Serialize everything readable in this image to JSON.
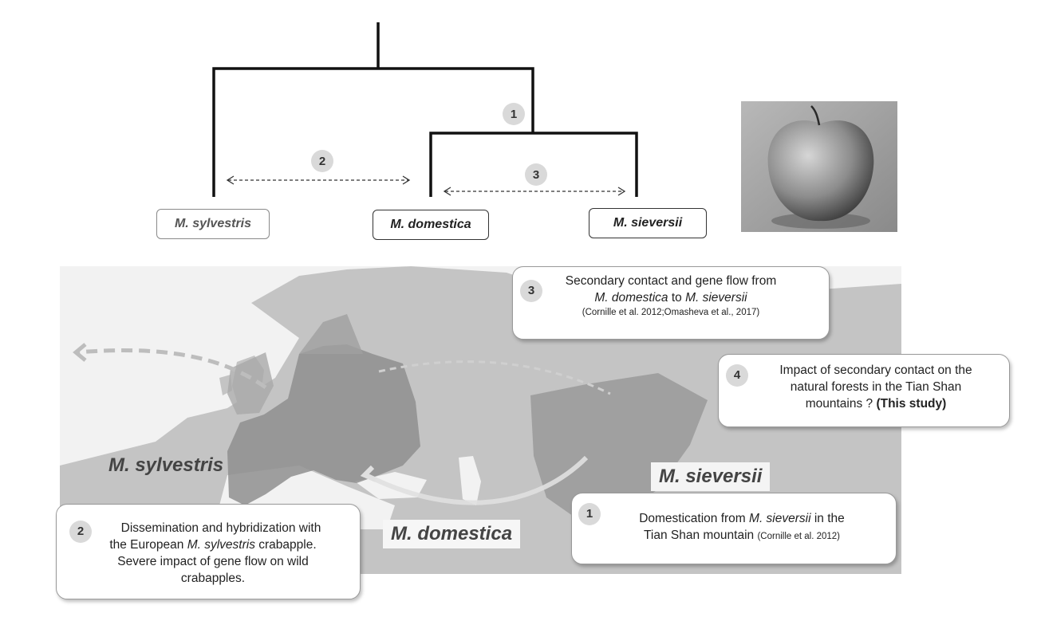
{
  "tree": {
    "labels": {
      "sylvestris": "M. sylvestris",
      "domestica": "M. domestica",
      "sieversii": "M. sieversii"
    },
    "markers": {
      "n1": "1",
      "n2": "2",
      "n3": "3"
    }
  },
  "map": {
    "labels": {
      "sylvestris": "M. sylvestris",
      "domestica": "M. domestica",
      "sieversii": "M. sieversii"
    }
  },
  "callouts": {
    "c3": {
      "num": "3",
      "line1": "Secondary contact and gene flow from",
      "sp_a": "M. domestica",
      "to": " to ",
      "sp_b": "M. sieversii",
      "ref": "(Cornille et al. 2012;Omasheva et al., 2017)"
    },
    "c4": {
      "num": "4",
      "line1": "Impact of secondary contact on the",
      "line2": "natural forests in the Tian Shan",
      "line3_a": "mountains ? ",
      "line3_b": "(This study)"
    },
    "c1": {
      "num": "1",
      "line1_a": "Domestication from ",
      "line1_sp": "M. sieversii",
      "line1_b": " in the",
      "line2": "Tian Shan mountain ",
      "ref": "(Cornille et al. 2012)"
    },
    "c2": {
      "num": "2",
      "line1": "Dissemination and hybridization with",
      "line2_a": "the European ",
      "line2_sp": "M. sylvestris",
      "line2_b": " crabapple.",
      "line3": "Severe impact of gene flow on wild",
      "line4": "crabapples."
    }
  },
  "colors": {
    "land": "#c4c4c4",
    "europe": "#8f8f8f",
    "sea": "#f2f2f2",
    "sieversii_range": "#9a9a9a"
  },
  "icons": {
    "apple": "apple-photo"
  }
}
